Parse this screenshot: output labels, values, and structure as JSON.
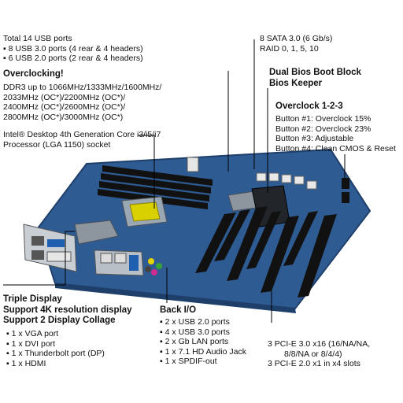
{
  "usb": {
    "title": "Total 14 USB ports",
    "items": [
      "8 USB 3.0 ports (4 rear & 4 headers)",
      "6 USB 2.0 ports (2 rear & 4 headers)"
    ]
  },
  "overclocking": {
    "title": "Overclocking!",
    "lines": [
      "DDR3 up to 1066MHz/1333MHz/1600MHz/",
      "2033MHz (OC*)/2200MHz (OC*)/",
      "2400MHz (OC*)/2600MHz (OC*)/",
      "2800MHz (OC*)/3000MHz (OC*)"
    ]
  },
  "processor": {
    "lines": [
      "Intel® Desktop 4th Generation Core i3/i5/i7",
      "Processor (LGA 1150) socket"
    ]
  },
  "sata": {
    "lines": [
      "8 SATA 3.0 (6 Gb/s)",
      "RAID 0, 1, 5, 10"
    ]
  },
  "bios": {
    "lines": [
      "Dual Bios Boot Block",
      "Bios Keeper"
    ]
  },
  "overclock_buttons": {
    "title": "Overclock 1-2-3",
    "lines": [
      "Button #1: Overclock 15%",
      "Button #2: Overclock 23%",
      "Button #3: Adjustable",
      "Button #4: Clean CMOS & Reset"
    ]
  },
  "display": {
    "titles": [
      "Triple Display",
      "Support 4K resolution display",
      "Support 2 Display Collage"
    ],
    "items": [
      "1 x VGA port",
      "1 x DVI port",
      "1 x Thunderbolt port (DP)",
      "1 x HDMI"
    ]
  },
  "backio": {
    "title": "Back I/O",
    "items": [
      "2 x USB 2.0 ports",
      "4 x USB 3.0 ports",
      "2 x Gb LAN ports",
      "1 x 7.1 HD Audio Jack",
      "1 x SPDIF-out"
    ]
  },
  "pcie": {
    "lines": [
      "3 PCI-E 3.0 x16 (16/NA/NA,",
      "8/8/NA or 8/4/4)",
      "3 PCI-E 2.0 x1 in x4 slots"
    ]
  },
  "colors": {
    "board": "#2f5b93",
    "board_dark": "#1f3f6b",
    "slot": "#111111",
    "cpu_socket": "#d9d000",
    "leader": "#000000"
  }
}
